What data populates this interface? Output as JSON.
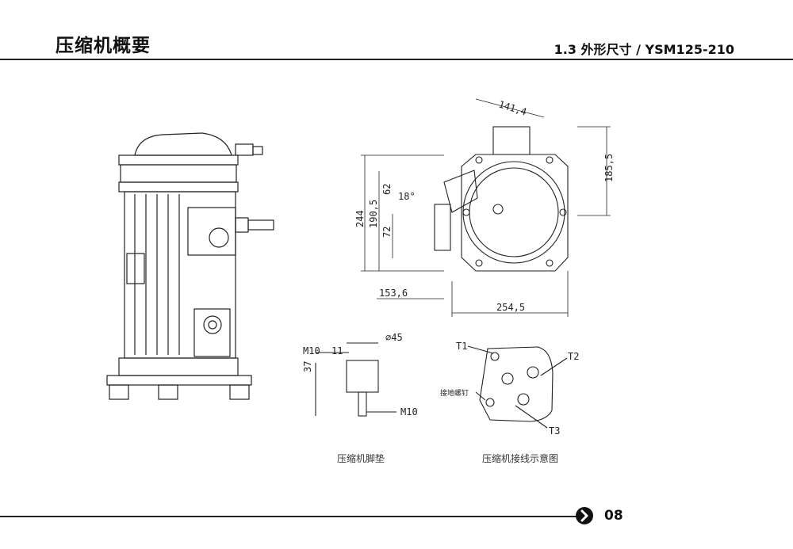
{
  "header": {
    "title": "压缩机概要",
    "section": "1.3 外形尺寸 / YSM125-210"
  },
  "drawing": {
    "dimensions": {
      "d141_4": "141,4",
      "d185_5": "185,5",
      "d244": "244",
      "d190_5": "190,5",
      "d62": "62",
      "d18": "18°",
      "d72": "72",
      "d153_6": "153,6",
      "d254_5": "254,5"
    },
    "foot": {
      "m10_left": "M10",
      "depth": "11",
      "diameter": "⌀45",
      "height": "37",
      "m10_right": "M10"
    },
    "terminal": {
      "t1": "T1",
      "t2": "T2",
      "t3": "T3",
      "ground": "接地螺钉"
    }
  },
  "captions": {
    "foot": "压缩机脚垫",
    "wiring": "压缩机接线示意图"
  },
  "footer": {
    "page": "08"
  }
}
